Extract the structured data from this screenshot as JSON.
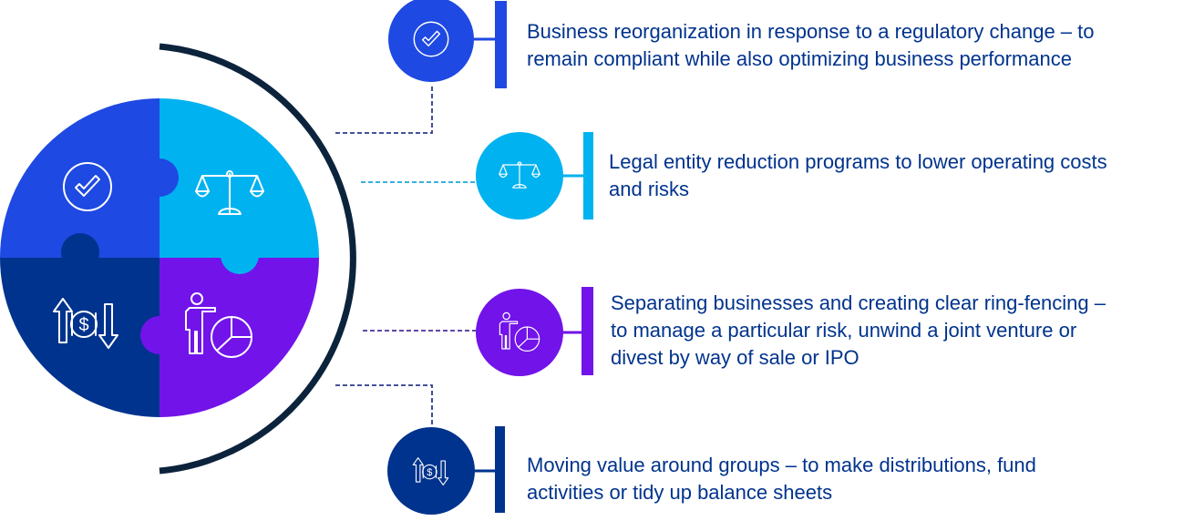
{
  "colors": {
    "blue": "#1e49e2",
    "cyan": "#00b2ef",
    "navy": "#00338d",
    "purple": "#7213ea",
    "arc": "#0c233c",
    "text": "#00338d"
  },
  "items": [
    {
      "icon": "check-circle-icon",
      "lines": [
        "Business reorganization in response to a regulatory change – to",
        "remain compliant while also optimizing business performance"
      ]
    },
    {
      "icon": "scales-icon",
      "lines": [
        "Legal entity reduction programs to lower operating costs",
        "and risks"
      ]
    },
    {
      "icon": "presenter-pie-chart-icon",
      "lines": [
        "Separating businesses and creating clear ring-fencing –",
        "to manage a particular risk, unwind a joint venture or",
        "divest by way of sale or IPO"
      ]
    },
    {
      "icon": "money-flow-icon",
      "lines": [
        "Moving value around groups – to make distributions, fund",
        "activities or tidy up balance sheets"
      ]
    }
  ]
}
